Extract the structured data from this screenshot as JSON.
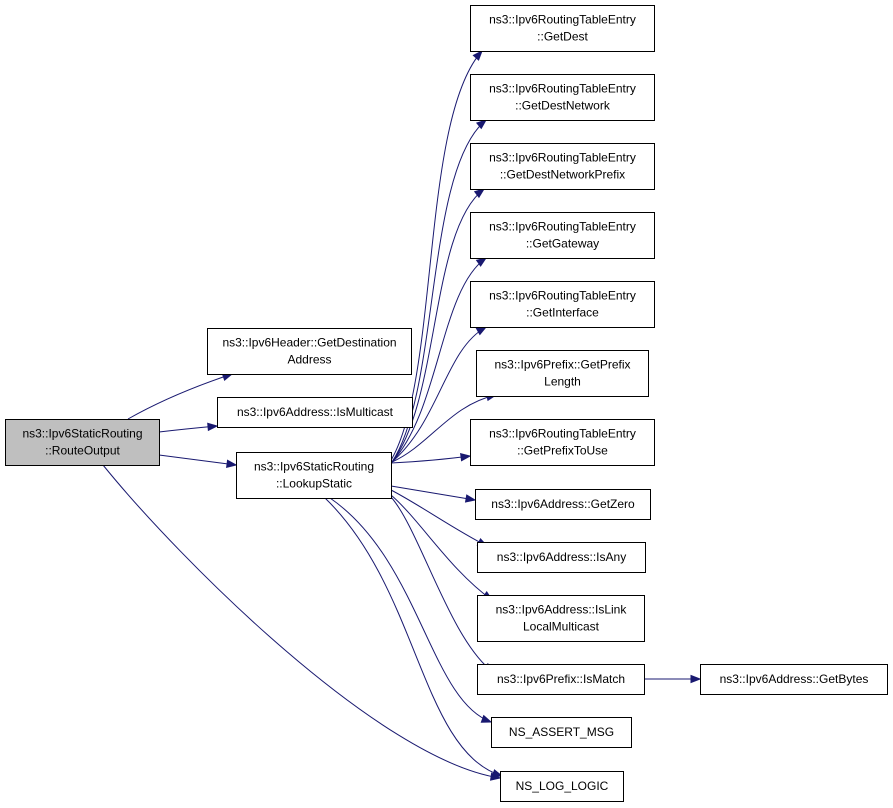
{
  "graph": {
    "colors": {
      "edge": "#191970",
      "root_fill": "#bfbfbf",
      "node_fill": "#ffffff",
      "border": "#000000"
    },
    "nodes": {
      "route_output": {
        "lines": [
          "ns3::Ipv6StaticRouting",
          "::RouteOutput"
        ],
        "highlighted": true
      },
      "get_destination_address": {
        "lines": [
          "ns3::Ipv6Header::GetDestination",
          "Address"
        ]
      },
      "is_multicast": {
        "lines": [
          "ns3::Ipv6Address::IsMulticast"
        ]
      },
      "lookup_static": {
        "lines": [
          "ns3::Ipv6StaticRouting",
          "::LookupStatic"
        ]
      },
      "get_dest": {
        "lines": [
          "ns3::Ipv6RoutingTableEntry",
          "::GetDest"
        ]
      },
      "get_dest_network": {
        "lines": [
          "ns3::Ipv6RoutingTableEntry",
          "::GetDestNetwork"
        ]
      },
      "get_dest_network_prefix": {
        "lines": [
          "ns3::Ipv6RoutingTableEntry",
          "::GetDestNetworkPrefix"
        ]
      },
      "get_gateway": {
        "lines": [
          "ns3::Ipv6RoutingTableEntry",
          "::GetGateway"
        ]
      },
      "get_interface": {
        "lines": [
          "ns3::Ipv6RoutingTableEntry",
          "::GetInterface"
        ]
      },
      "get_prefix_length": {
        "lines": [
          "ns3::Ipv6Prefix::GetPrefix",
          "Length"
        ]
      },
      "get_prefix_to_use": {
        "lines": [
          "ns3::Ipv6RoutingTableEntry",
          "::GetPrefixToUse"
        ]
      },
      "get_zero": {
        "lines": [
          "ns3::Ipv6Address::GetZero"
        ]
      },
      "is_any": {
        "lines": [
          "ns3::Ipv6Address::IsAny"
        ]
      },
      "is_link_local_multicast": {
        "lines": [
          "ns3::Ipv6Address::IsLink",
          "LocalMulticast"
        ]
      },
      "is_match": {
        "lines": [
          "ns3::Ipv6Prefix::IsMatch"
        ]
      },
      "get_bytes": {
        "lines": [
          "ns3::Ipv6Address::GetBytes"
        ]
      },
      "ns_assert_msg": {
        "lines": [
          "NS_ASSERT_MSG"
        ]
      },
      "ns_log_logic": {
        "lines": [
          "NS_LOG_LOGIC"
        ]
      }
    },
    "edges": [
      {
        "from": "route_output",
        "to": "get_destination_address"
      },
      {
        "from": "route_output",
        "to": "is_multicast"
      },
      {
        "from": "route_output",
        "to": "lookup_static"
      },
      {
        "from": "route_output",
        "to": "ns_log_logic"
      },
      {
        "from": "lookup_static",
        "to": "get_dest"
      },
      {
        "from": "lookup_static",
        "to": "get_dest_network"
      },
      {
        "from": "lookup_static",
        "to": "get_dest_network_prefix"
      },
      {
        "from": "lookup_static",
        "to": "get_gateway"
      },
      {
        "from": "lookup_static",
        "to": "get_interface"
      },
      {
        "from": "lookup_static",
        "to": "get_prefix_length"
      },
      {
        "from": "lookup_static",
        "to": "get_prefix_to_use"
      },
      {
        "from": "lookup_static",
        "to": "get_zero"
      },
      {
        "from": "lookup_static",
        "to": "is_any"
      },
      {
        "from": "lookup_static",
        "to": "is_link_local_multicast"
      },
      {
        "from": "lookup_static",
        "to": "is_match"
      },
      {
        "from": "lookup_static",
        "to": "ns_assert_msg"
      },
      {
        "from": "lookup_static",
        "to": "ns_log_logic"
      },
      {
        "from": "is_match",
        "to": "get_bytes"
      }
    ]
  }
}
